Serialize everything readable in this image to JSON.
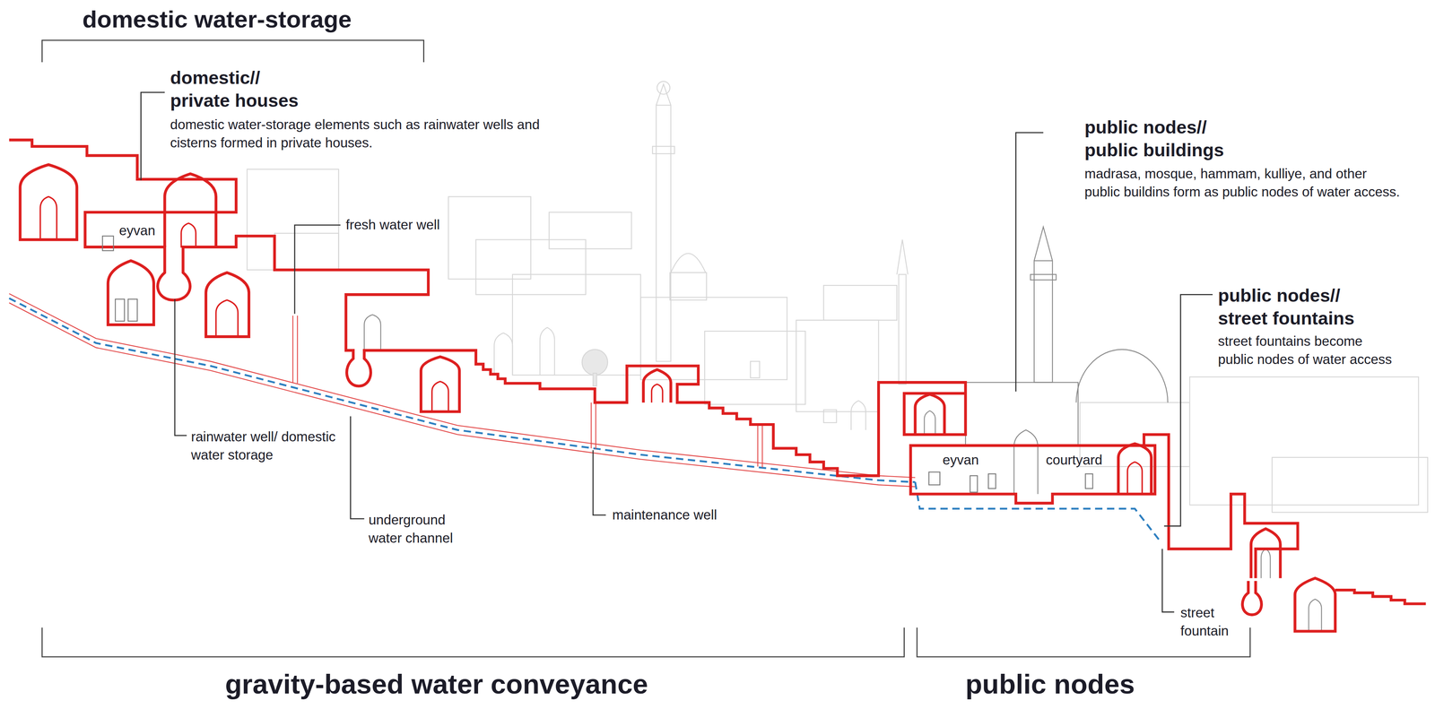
{
  "diagram": {
    "labels": [
      "domestic water-storage",
      "domestic// private houses",
      "domestic water-storage elements such as rainwater wells and cisterns formed in private houses.",
      "eyvan",
      "fresh water well",
      "public nodes// public buildings",
      "madrasa, mosque, hammam, kulliye, and other public buildins form as public nodes of water access.",
      "public nodes// street fountains",
      "street fountains become public nodes of water access",
      "eyvan",
      "courtyard",
      "rainwater well/ domestic water storage",
      "underground water channel",
      "maintenance well",
      "street fountain",
      "gravity-based water conveyance",
      "public nodes"
    ]
  }
}
